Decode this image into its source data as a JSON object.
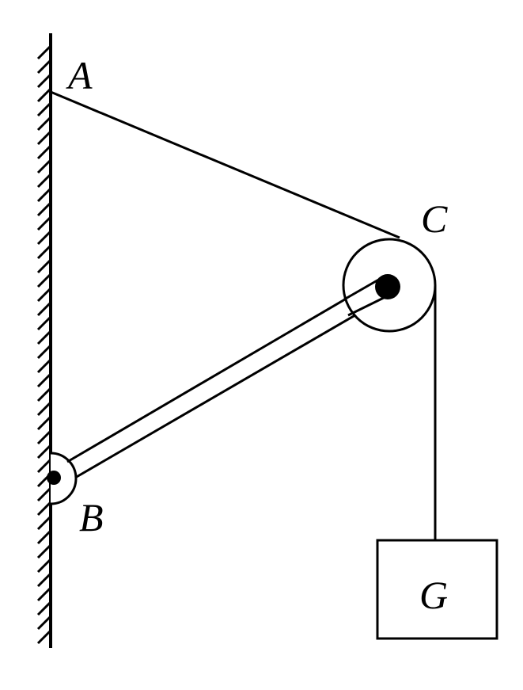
{
  "diagram": {
    "labels": {
      "A": "A",
      "B": "B",
      "C": "C",
      "G": "G"
    },
    "colors": {
      "stroke": "#000000",
      "background": "#ffffff"
    }
  }
}
